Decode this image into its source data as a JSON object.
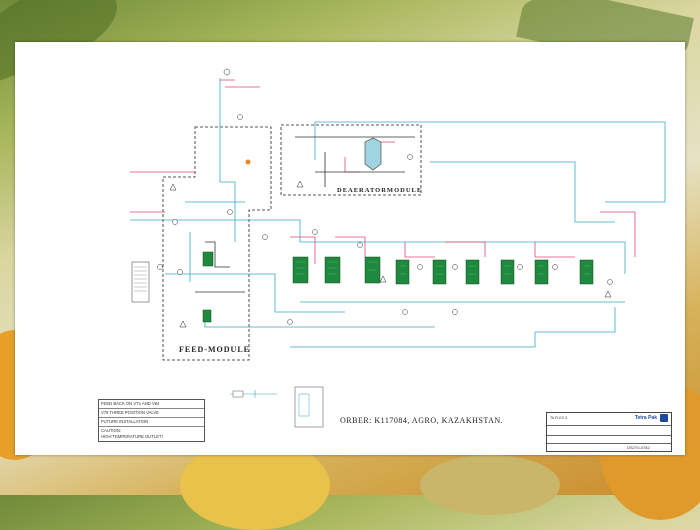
{
  "modules": {
    "feed": "FEED-MODULE",
    "deaerator": "DEAERATORMODULE"
  },
  "legend": {
    "line1": "FEED BACK ON VT1 AND V84",
    "line2": "V78 THREE POSITION VALVE",
    "line3": "FUTURE INSTALLATION",
    "line4a": "CAUTION:",
    "line4b": "HIGH TEMPERATURE OUTLET!"
  },
  "order_text": "ORBER: K117084, AGRO, KAZAKHSTAN.",
  "title_block": {
    "flex": "TA FLEX 3",
    "brand": "Tetra Pak",
    "drawing_no": "DS2T0-0782"
  },
  "colors": {
    "line_teal": "#38a7c4",
    "line_pink": "#e0487e",
    "exchanger_green": "#1f8a3d",
    "dashed": "#222222"
  },
  "icons": {
    "logo": "tetra-pak-logo-icon",
    "caution": "caution-triangle-icon"
  }
}
